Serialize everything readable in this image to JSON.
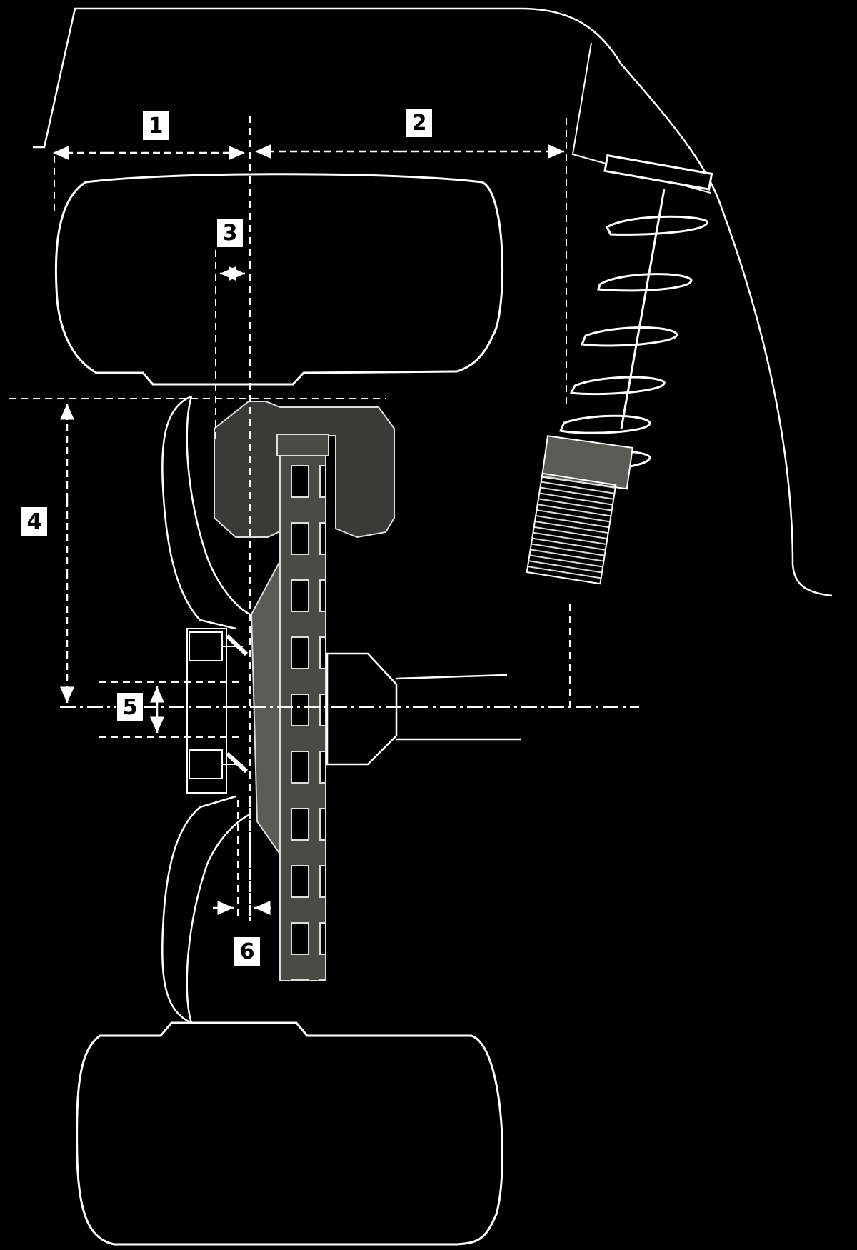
{
  "diagram": {
    "colors": {
      "background": "#000000",
      "line": "#ffffff",
      "fill_dark": "#3a3a38",
      "fill_mid": "#5a5a56"
    },
    "dimension_labels": [
      {
        "id": "1",
        "text": "1"
      },
      {
        "id": "2",
        "text": "2"
      },
      {
        "id": "3",
        "text": "3"
      },
      {
        "id": "4",
        "text": "4"
      },
      {
        "id": "5",
        "text": "5"
      },
      {
        "id": "6",
        "text": "6"
      }
    ]
  }
}
